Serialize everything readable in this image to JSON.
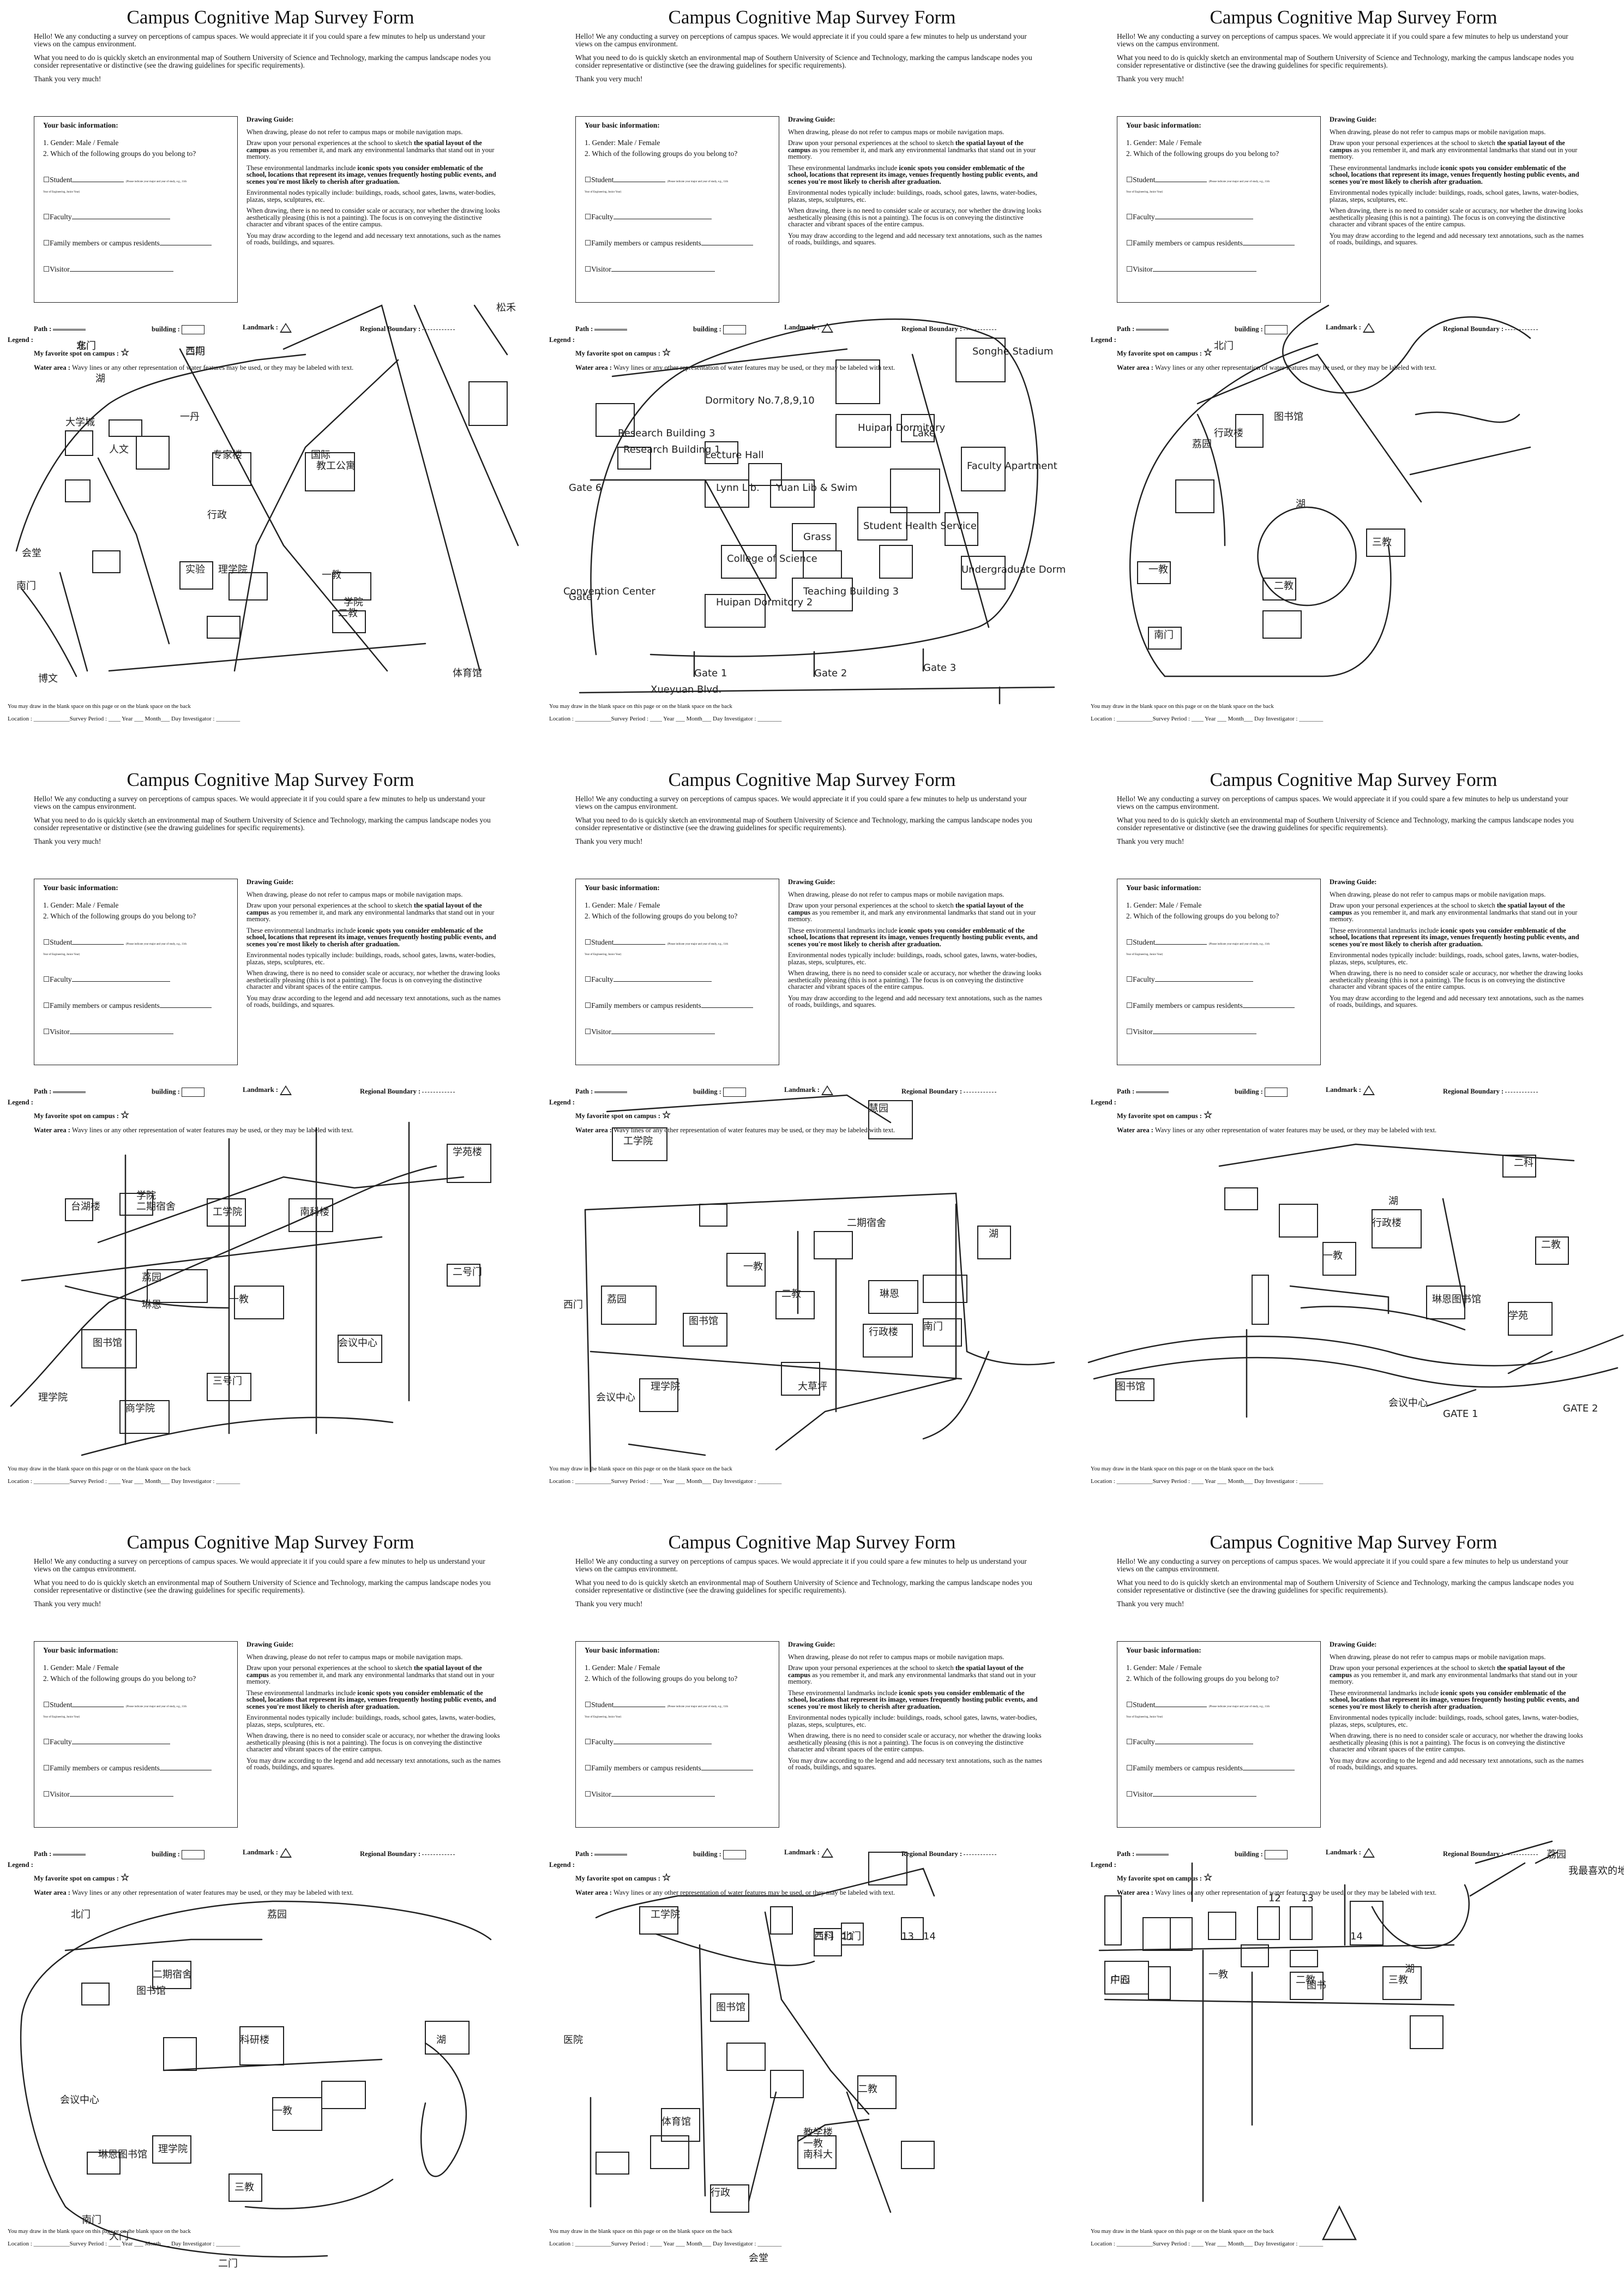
{
  "form": {
    "title": "Campus Cognitive Map Survey Form",
    "intro1": "Hello! We any conducting a survey on perceptions of campus spaces. We would appreciate it if you could spare a few minutes to help us understand your views on the campus environment.",
    "intro2": "What you need to do is quickly sketch an environmental map of Southern University of Science and Technology, marking the campus landscape nodes you consider representative or distinctive (see the drawing guidelines for specific requirements).",
    "thanks": "Thank you very much!",
    "basic_info_header": "Your basic information:",
    "q1": "1. Gender: Male / Female",
    "q2": "2. Which of the following groups do you belong to?",
    "opt_student": "☐Student",
    "student_note": "(Please indicate your major and year of study, e.g., 11th",
    "student_sub": "Year of Engineering, Junior Year)",
    "opt_faculty": "☐Faculty",
    "opt_family": "☐Family members or campus residents",
    "opt_visitor": "☐Visitor",
    "guide_header": "Drawing Guide:",
    "guide1": "When drawing, please do not refer to campus maps or mobile navigation maps.",
    "guide2_a": "Draw upon your personal experiences at the school to sketch ",
    "guide2_b": "the spatial layout of the campus",
    "guide2_c": " as you remember it, and mark any environmental landmarks that stand out in your memory.",
    "guide3_a": "These environmental landmarks include ",
    "guide3_b": "iconic spots you consider emblematic of the school, locations that represent its image, venues frequently hosting public events, and scenes you're most likely to cherish after graduation.",
    "guide4": "Environmental nodes typically include: buildings, roads, school gates, lawns, water-bodies, plazas, steps, sculptures, etc.",
    "guide5": "When drawing, there is no need to consider scale or accuracy, nor whether the drawing looks aesthetically pleasing (this is not a painting). The focus is on conveying the distinctive character and vibrant spaces of the entire campus.",
    "guide6": "You may draw according to the legend and add necessary text annotations, such as the names of roads, buildings, and squares.",
    "legend_label": "Legend :",
    "path_label": "Path :",
    "building_label": "building :",
    "landmark_label": "Landmark :",
    "boundary_label": "Regional Boundary :",
    "favorite_label": "My favorite spot on campus :",
    "favorite_symbol": "☆",
    "water_label": "Water area :",
    "water_text": "Wavy lines or any other representation of water features may be used, or they may be labeled with text.",
    "blank_note": "You may draw in the blank space on this page or on the blank space on the back",
    "footer": "Location : ____________Survey Period : ____ Year ___ Month___ Day        Investigator : ________"
  },
  "sketches": {
    "s1": [
      "北门",
      "二期",
      "松禾",
      "湖",
      "一丹",
      "大学城",
      "人文",
      "专家楼",
      "国际",
      "行政",
      "教工公寓",
      "一教",
      "理学院",
      "学院",
      "二教",
      "实验",
      "会堂",
      "体育馆",
      "博文",
      "南门",
      "东门",
      "西门"
    ],
    "s2": [
      "Dormitory No.7,8,9,10",
      "Huipan Dormitory",
      "Lake",
      "Lecture Hall",
      "Research Building 1",
      "Lynn Lib.",
      "Yuan Lib & Swim",
      "Grass",
      "College of Science",
      "Convention Center",
      "Gate 1",
      "Gate 2",
      "Gate 3",
      "Gate 6",
      "Gate 7",
      "Xueyuan Blvd.",
      "Songhe Stadium",
      "Faculty Apartment",
      "Student Health Service",
      "Undergraduate Dorm",
      "Teaching Building 3",
      "Huipan Dormitory 2",
      "Research Building 3"
    ],
    "s3": [
      "荔园",
      "湖",
      "行政楼",
      "图书馆",
      "一教",
      "二教",
      "三教",
      "北门",
      "南门"
    ],
    "s4": [
      "二期宿舍",
      "学院",
      "工学院",
      "台湖楼",
      "荔园",
      "南科楼",
      "一教",
      "琳恩",
      "图书馆",
      "商学院",
      "理学院",
      "会议中心",
      "二号门",
      "三号门",
      "学苑楼"
    ],
    "s5": [
      "慧园",
      "工学院",
      "二期宿舍",
      "荔园",
      "一教",
      "二教",
      "琳恩",
      "图书馆",
      "理学院",
      "行政楼",
      "南门",
      "会议中心",
      "西门",
      "大草坪",
      "湖"
    ],
    "s6": [
      "二科",
      "一教",
      "二教",
      "行政楼",
      "琳恩图书馆",
      "湖",
      "学苑",
      "图书馆",
      "会议中心",
      "GATE 1",
      "GATE 2"
    ],
    "s7": [
      "二期宿舍",
      "荔园",
      "科研楼",
      "一教",
      "北门",
      "湖",
      "图书馆",
      "琳恩图书馆",
      "理学院",
      "三教",
      "会议中心",
      "南门",
      "大门",
      "二门"
    ],
    "s8": [
      "二科",
      "11",
      "13",
      "14",
      "工学院",
      "图书馆",
      "一教",
      "二教",
      "南科大",
      "教学楼",
      "体育馆",
      "行政",
      "医院",
      "会堂",
      "西门",
      "北门"
    ],
    "s9": [
      "中心",
      "一教",
      "二教",
      "三教",
      "图书",
      "12",
      "13",
      "14",
      "湖",
      "荔园",
      "我最喜欢的地方",
      "广园"
    ]
  }
}
